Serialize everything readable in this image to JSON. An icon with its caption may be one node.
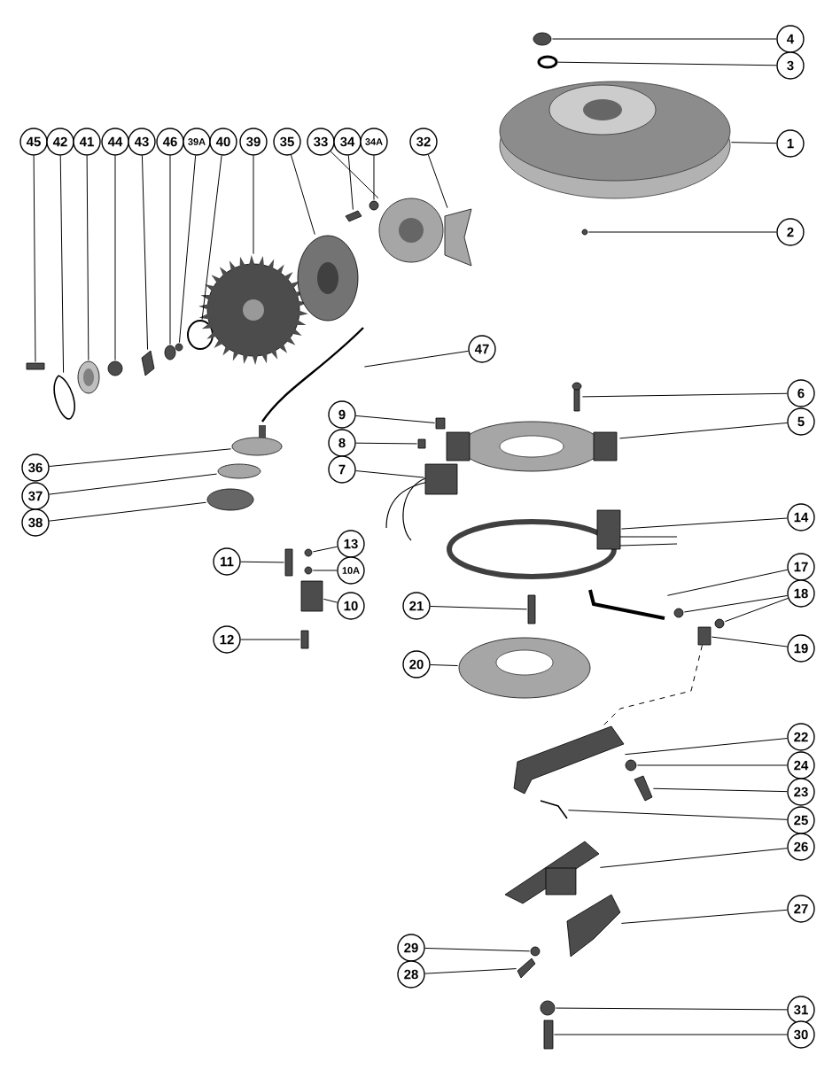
{
  "diagram": {
    "nodes": [
      {
        "text": [
          "4"
        ]
      },
      {
        "text": [
          "3"
        ]
      },
      {
        "text": [
          "45"
        ]
      },
      {
        "text": [
          "42"
        ]
      },
      {
        "text": [
          "41"
        ]
      },
      {
        "text": [
          "44"
        ]
      },
      {
        "text": [
          "43"
        ]
      },
      {
        "text": [
          "46"
        ]
      },
      {
        "text": [
          "39A"
        ]
      },
      {
        "text": [
          "40"
        ]
      },
      {
        "text": [
          "39"
        ]
      },
      {
        "text": [
          "35"
        ]
      },
      {
        "text": [
          "33"
        ]
      },
      {
        "text": [
          "34"
        ]
      },
      {
        "text": [
          "34A"
        ]
      },
      {
        "text": [
          "32"
        ]
      },
      {
        "text": [
          "1"
        ]
      },
      {
        "text": [
          "2"
        ]
      },
      {
        "text": [
          "47"
        ]
      },
      {
        "text": [
          "6"
        ]
      },
      {
        "text": [
          "5"
        ]
      },
      {
        "text": [
          "9"
        ]
      },
      {
        "text": [
          "8"
        ]
      },
      {
        "text": [
          "7"
        ]
      },
      {
        "text": [
          "36"
        ]
      },
      {
        "text": [
          "37"
        ]
      },
      {
        "text": [
          "38"
        ]
      },
      {
        "text": [
          "14"
        ]
      },
      {
        "text": [
          "17"
        ]
      },
      {
        "text": [
          "13"
        ]
      },
      {
        "text": [
          "11"
        ]
      },
      {
        "text": [
          "18"
        ]
      },
      {
        "text": [
          "10A"
        ]
      },
      {
        "text": [
          "10"
        ]
      },
      {
        "text": [
          "21"
        ]
      },
      {
        "text": [
          "12"
        ]
      },
      {
        "text": [
          "19"
        ]
      },
      {
        "text": [
          "20"
        ]
      },
      {
        "text": [
          "22"
        ]
      },
      {
        "text": [
          "24"
        ]
      },
      {
        "text": [
          "23"
        ]
      },
      {
        "text": [
          "25"
        ]
      },
      {
        "text": [
          "26"
        ]
      },
      {
        "text": [
          "27"
        ]
      },
      {
        "text": [
          "29"
        ]
      },
      {
        "text": [
          "28"
        ]
      },
      {
        "text": [
          "31"
        ]
      },
      {
        "text": [
          "30"
        ]
      },
      {
        "text": [],
        "shape": "circle"
      },
      {
        "text": [],
        "shape": "circle"
      },
      {
        "text": [],
        "shape": "box"
      },
      {
        "text": [],
        "shape": "picture"
      },
      {
        "text": [],
        "shape": "picture"
      },
      {
        "text": [],
        "shape": "circle"
      },
      {
        "text": [],
        "shape": "picture"
      },
      {
        "text": [],
        "shape": "circle"
      },
      {
        "text": [],
        "shape": "circle"
      },
      {
        "text": [],
        "shape": "circle"
      },
      {
        "text": [],
        "shape": "picture"
      },
      {
        "text": [],
        "shape": "picture"
      },
      {
        "text": [],
        "shape": "picture"
      },
      {
        "text": [],
        "shape": "picture"
      },
      {
        "text": [],
        "shape": "circle"
      },
      {
        "text": [],
        "shape": "picture"
      },
      {
        "text": [],
        "shape": "picture"
      },
      {
        "text": [],
        "shape": "circle"
      },
      {
        "text": [],
        "shape": "picture"
      },
      {
        "text": [],
        "shape": "picture"
      },
      {
        "text": [],
        "shape": "picture"
      },
      {
        "text": [],
        "shape": "box"
      },
      {
        "text": [],
        "shape": "box"
      },
      {
        "text": [],
        "shape": "box"
      },
      {
        "text": [],
        "shape": "circle"
      },
      {
        "text": [],
        "shape": "circle"
      },
      {
        "text": [],
        "shape": "circle"
      },
      {
        "text": [],
        "shape": "box"
      },
      {
        "text": [],
        "shape": "picture"
      },
      {
        "text": [],
        "shape": "circle"
      },
      {
        "text": [],
        "shape": "box"
      },
      {
        "text": [],
        "shape": "circle"
      },
      {
        "text": [],
        "shape": "circle"
      },
      {
        "text": [],
        "shape": "circle"
      },
      {
        "text": [],
        "shape": "box"
      },
      {
        "text": [],
        "shape": "box"
      },
      {
        "text": [],
        "shape": "box"
      },
      {
        "text": [],
        "shape": "box"
      },
      {
        "text": [],
        "shape": "picture"
      },
      {
        "text": [],
        "shape": "picture"
      },
      {
        "text": [],
        "shape": "circle"
      },
      {
        "text": [],
        "shape": "picture"
      },
      {
        "text": [],
        "shape": "picture"
      },
      {
        "text": [],
        "shape": "picture"
      },
      {
        "text": [],
        "shape": "picture"
      },
      {
        "text": [],
        "shape": "circle"
      },
      {
        "text": [],
        "shape": "picture"
      },
      {
        "text": [],
        "shape": "circle"
      },
      {
        "text": [],
        "shape": "box"
      },
      {
        "text": [],
        "shape": "circle"
      }
    ],
    "edges": [
      {
        "from": 0,
        "to": 48,
        "arrow": "none"
      },
      {
        "from": 1,
        "to": 49,
        "arrow": "none"
      },
      {
        "from": 2,
        "to": 50,
        "arrow": "none"
      },
      {
        "from": 3,
        "to": 51,
        "arrow": "none"
      },
      {
        "from": 4,
        "to": 52,
        "arrow": "none"
      },
      {
        "from": 5,
        "to": 53,
        "arrow": "none"
      },
      {
        "from": 6,
        "to": 54,
        "arrow": "none"
      },
      {
        "from": 7,
        "to": 55,
        "arrow": "none"
      },
      {
        "from": 8,
        "to": 56,
        "arrow": "none"
      },
      {
        "from": 9,
        "to": 57,
        "arrow": "none"
      },
      {
        "from": 10,
        "to": 58,
        "arrow": "none"
      },
      {
        "from": 11,
        "to": 59,
        "arrow": "none"
      },
      {
        "from": 12,
        "to": 60,
        "arrow": "none"
      },
      {
        "from": 13,
        "to": 61,
        "arrow": "none"
      },
      {
        "from": 14,
        "to": 62,
        "arrow": "none"
      },
      {
        "from": 15,
        "to": 63,
        "arrow": "none"
      },
      {
        "from": 16,
        "to": 64,
        "arrow": "none"
      },
      {
        "from": 17,
        "to": 65,
        "arrow": "none"
      },
      {
        "from": 18,
        "to": 66,
        "arrow": "none"
      },
      {
        "from": 19,
        "to": 67,
        "arrow": "none"
      },
      {
        "from": 20,
        "to": 68,
        "arrow": "none"
      },
      {
        "from": 21,
        "to": 69,
        "arrow": "none"
      },
      {
        "from": 22,
        "to": 70,
        "arrow": "none"
      },
      {
        "from": 23,
        "to": 71,
        "arrow": "none"
      },
      {
        "from": 24,
        "to": 72,
        "arrow": "none"
      },
      {
        "from": 25,
        "to": 73,
        "arrow": "none"
      },
      {
        "from": 26,
        "to": 74,
        "arrow": "none"
      },
      {
        "from": 27,
        "to": 75,
        "arrow": "none"
      },
      {
        "from": 28,
        "to": 76,
        "arrow": "none"
      },
      {
        "from": 29,
        "to": 77,
        "arrow": "none"
      },
      {
        "from": 30,
        "to": 78,
        "arrow": "none"
      },
      {
        "from": 31,
        "to": 79,
        "arrow": "none"
      },
      {
        "from": 31,
        "to": 80,
        "arrow": "none"
      },
      {
        "from": 32,
        "to": 81,
        "arrow": "none"
      },
      {
        "from": 33,
        "to": 82,
        "arrow": "none"
      },
      {
        "from": 34,
        "to": 83,
        "arrow": "none"
      },
      {
        "from": 35,
        "to": 84,
        "arrow": "none"
      },
      {
        "from": 36,
        "to": 85,
        "arrow": "none"
      },
      {
        "from": 37,
        "to": 86,
        "arrow": "none"
      },
      {
        "from": 38,
        "to": 87,
        "arrow": "none"
      },
      {
        "from": 39,
        "to": 88,
        "arrow": "none"
      },
      {
        "from": 40,
        "to": 89,
        "arrow": "none"
      },
      {
        "from": 41,
        "to": 90,
        "arrow": "none"
      },
      {
        "from": 42,
        "to": 91,
        "arrow": "none"
      },
      {
        "from": 43,
        "to": 92,
        "arrow": "none"
      },
      {
        "from": 44,
        "to": 93,
        "arrow": "none"
      },
      {
        "from": 45,
        "to": 94,
        "arrow": "none"
      },
      {
        "from": 46,
        "to": 95,
        "arrow": "none"
      },
      {
        "from": 47,
        "to": 96,
        "arrow": "none"
      },
      {
        "from": 85,
        "to": 87,
        "arrow": "none",
        "style": "dashed"
      }
    ]
  }
}
